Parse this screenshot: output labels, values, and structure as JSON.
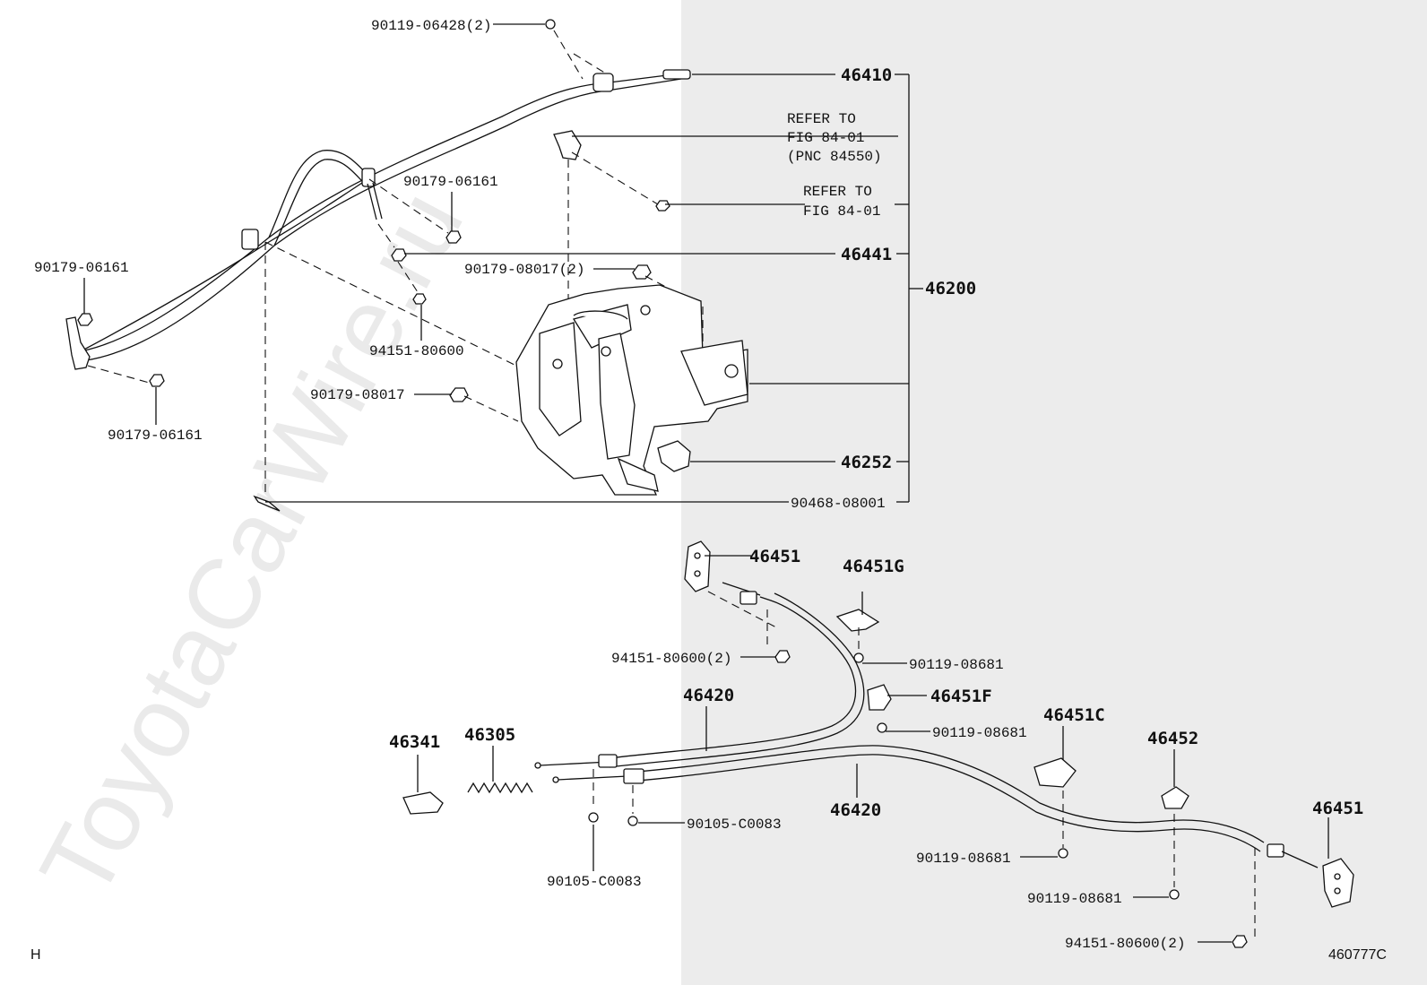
{
  "watermark": "ToyotaCarWire.ru",
  "footer": {
    "left_code": "H",
    "figure_code": "460777C"
  },
  "labels": {
    "p_90119_06428": "90119-06428(2)",
    "p_46410": "46410",
    "refer1_line1": "REFER TO",
    "refer1_line2": "FIG 84-01",
    "refer1_line3": "(PNC 84550)",
    "refer2_line1": "REFER TO",
    "refer2_line2": "FIG 84-01",
    "p_90179_06161_a": "90179-06161",
    "p_46441": "46441",
    "p_90179_06161_b": "90179-06161",
    "p_90179_08017_2": "90179-08017(2)",
    "p_46200": "46200",
    "p_94151_80600_a": "94151-80600",
    "p_90179_08017": "90179-08017",
    "p_90179_06161_c": "90179-06161",
    "p_46252": "46252",
    "p_90468_08001": "90468-08001",
    "p_46451_top": "46451",
    "p_46451G": "46451G",
    "p_94151_80600_2a": "94151-80600(2)",
    "p_90119_08681_a": "90119-08681",
    "p_46420_top": "46420",
    "p_46451F": "46451F",
    "p_90119_08681_b": "90119-08681",
    "p_46451C": "46451C",
    "p_46341": "46341",
    "p_46305": "46305",
    "p_46452": "46452",
    "p_90105_C0083_a": "90105-C0083",
    "p_46420_bottom": "46420",
    "p_46451_right": "46451",
    "p_90119_08681_c": "90119-08681",
    "p_90105_C0083_b": "90105-C0083",
    "p_90119_08681_d": "90119-08681",
    "p_94151_80600_2b": "94151-80600(2)"
  }
}
